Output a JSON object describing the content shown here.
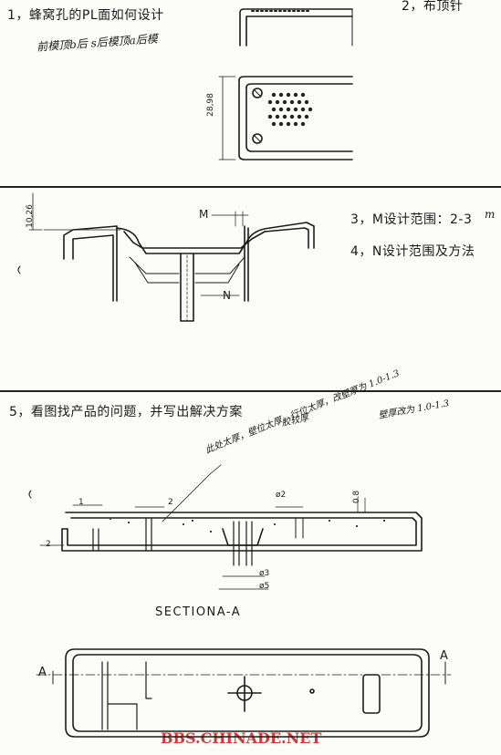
{
  "questions": {
    "q1": "1，蜂窝孔的PL面如何设计",
    "q2": "2，布顶针",
    "q3": "3，M设计范围：2-3",
    "q4": "4，N设计范围及方法",
    "q5": "5，看图找产品的问题，并写出解决方案"
  },
  "handwriting": {
    "q1_answer": "前模顶b后 s后模顶a后模",
    "q3_suffix": "m",
    "q5_note_top": "胶较厚",
    "q5_note_main": "此处太厚，壁位太厚，行位太厚，改壁厚为 1.0-1.3",
    "q5_note_right": "壁厚改为 1.0-1.3"
  },
  "dimensions": {
    "d_2898": "28,98",
    "d_1026": "10,26",
    "m": "M",
    "n": "N",
    "one": "1",
    "two_a": "2",
    "two_b": "2",
    "phi2": "ø2",
    "phi3": "ø3",
    "phi5": "ø5",
    "d08": "0.8"
  },
  "section": {
    "title": "SECTIONA-A",
    "a_left": "A",
    "a_right": "A"
  },
  "watermark": "BBS.CHINADE.NET"
}
